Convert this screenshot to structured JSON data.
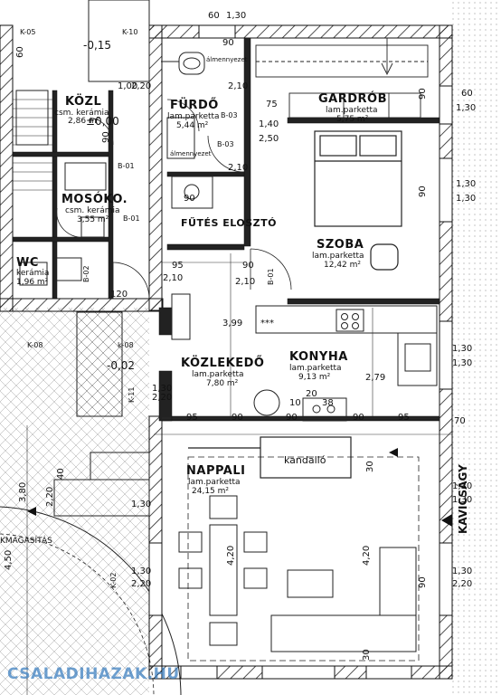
{
  "rooms": [
    {
      "id": "kozl",
      "name": "KÖZL",
      "floor": "csm. kerámia",
      "area": "2,86 m²"
    },
    {
      "id": "furdo",
      "name": "FÜRDŐ",
      "floor": "lam.parketta",
      "area": "5,44 m²"
    },
    {
      "id": "gardrob",
      "name": "GARDRÓB",
      "floor": "lam.parketta",
      "area": "5,75 m²"
    },
    {
      "id": "mosoko",
      "name": "MOSÓKO.",
      "floor": "csm. kerámia",
      "area": "3,55 m²"
    },
    {
      "id": "futes",
      "name": "FŰTÉS ELOSZTÓ",
      "floor": "",
      "area": ""
    },
    {
      "id": "szoba",
      "name": "SZOBA",
      "floor": "lam.parketta",
      "area": "12,42 m²"
    },
    {
      "id": "wc",
      "name": "WC",
      "floor": "kerámia",
      "area": "1,96 m²"
    },
    {
      "id": "kozlekedo",
      "name": "KÖZLEKEDŐ",
      "floor": "lam.parketta",
      "area": "7,80 m²"
    },
    {
      "id": "konyha",
      "name": "KONYHA",
      "floor": "lam.parketta",
      "area": "9,13 m²"
    },
    {
      "id": "nappali",
      "name": "NAPPALI",
      "floor": "lam.parketta",
      "area": "24,15 m²"
    }
  ],
  "door_tags": [
    "K-05",
    "K-10",
    "B-03",
    "B-03",
    "B-01",
    "B-01",
    "B-01",
    "B-02",
    "K-08",
    "k-08",
    "K-11",
    "K-02"
  ],
  "misc_labels": {
    "kandallo": "kandalló",
    "kavicsagy": "KAVICSÁGY",
    "magasitas": "KMAGASÍTÁS",
    "almennyezet": "álmennyezet",
    "stars": "***"
  },
  "levels": {
    "l1": "-0,15",
    "l2": "±0,00",
    "l3": "-0,02"
  },
  "dimensions": {
    "d60a": "60",
    "d130a": "1,30",
    "d100": "1,00",
    "d220a": "2,20",
    "d90a": "90",
    "d210a": "2,10",
    "d75": "75",
    "d140": "1,40",
    "d250": "2,50",
    "d60b": "60",
    "d130b": "1,30",
    "d90b": "90",
    "d210b": "2,10",
    "d130c": "1,30",
    "d130d": "1,30",
    "d95a": "95",
    "d210c": "2,10",
    "d90c": "90",
    "d210d": "2,10",
    "d120": "120",
    "d399": "3,99",
    "d279": "2,79",
    "d130e": "1,30",
    "d130f": "1,30",
    "d130g": "1,30",
    "d220b": "2,20",
    "d10": "10",
    "d20": "20",
    "d38": "38",
    "d95b": "95",
    "d90d": "90",
    "d90e": "90",
    "d90f": "90",
    "d95c": "95",
    "d70": "70",
    "d30a": "30",
    "d420a": "4,20",
    "d420b": "4,20",
    "d380": "3,80",
    "d450": "4,50",
    "d130h": "1,30",
    "d220c": "2,20",
    "d130i": "1,30",
    "d130j": "1,30",
    "d130k": "1,30",
    "d220d": "2,20",
    "d130l": "1,30",
    "d220e": "2,20",
    "d90g": "90",
    "d90h": "90",
    "d90i": "90",
    "d60c": "60",
    "d30b": "30",
    "d40": "40",
    "d90j": "90"
  },
  "watermark": "CSALADIHAZAK.HU"
}
